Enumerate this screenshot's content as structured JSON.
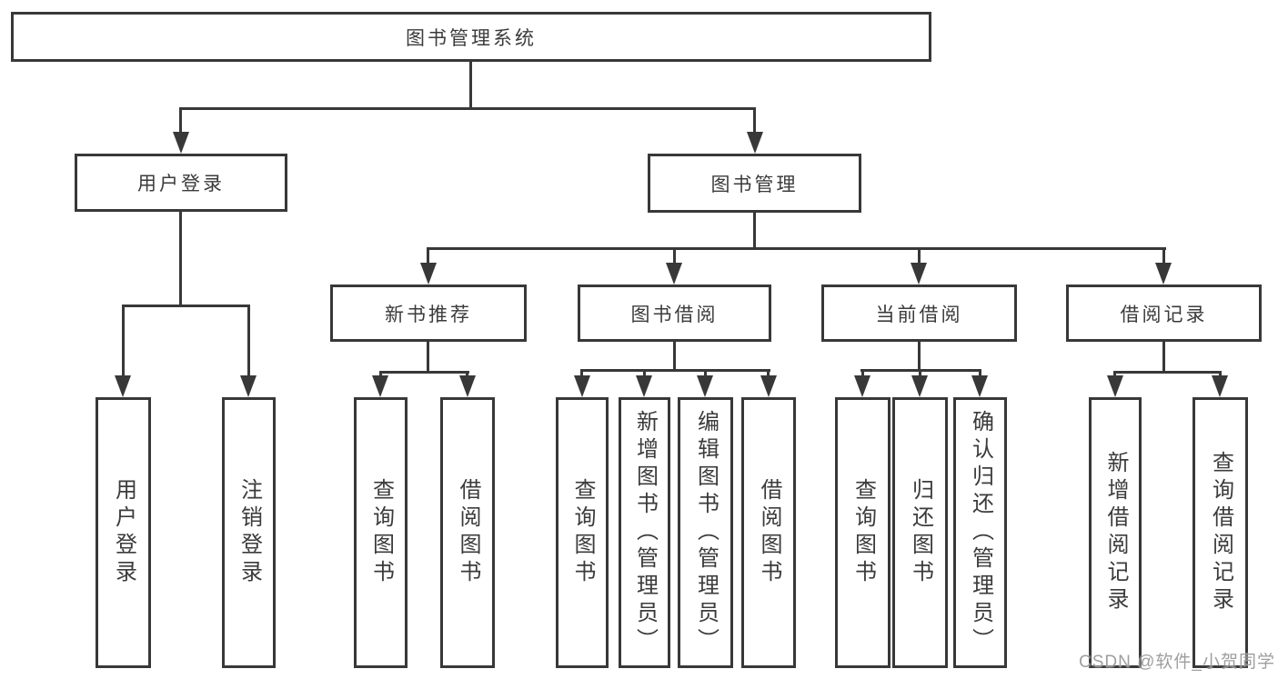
{
  "diagram_type": "hierarchy-tree",
  "colors": {
    "line": "#383838",
    "text": "#3b3b3b",
    "background": "#ffffff",
    "watermark": "#949494"
  },
  "tree": {
    "label": "图书管理系统",
    "children": [
      {
        "label": "用户登录",
        "children": [
          {
            "label": "用户登录"
          },
          {
            "label": "注销登录"
          }
        ]
      },
      {
        "label": "图书管理",
        "children": [
          {
            "label": "新书推荐",
            "children": [
              {
                "label": "查询图书"
              },
              {
                "label": "借阅图书"
              }
            ]
          },
          {
            "label": "图书借阅",
            "children": [
              {
                "label": "查询图书"
              },
              {
                "label": "新增图书（管理员）"
              },
              {
                "label": "编辑图书（管理员）"
              },
              {
                "label": "借阅图书"
              }
            ]
          },
          {
            "label": "当前借阅",
            "children": [
              {
                "label": "查询图书"
              },
              {
                "label": "归还图书"
              },
              {
                "label": "确认归还（管理员）"
              }
            ]
          },
          {
            "label": "借阅记录",
            "children": [
              {
                "label": "新增借阅记录"
              },
              {
                "label": "查询借阅记录"
              }
            ]
          }
        ]
      }
    ]
  },
  "watermark": {
    "text": "CSDN @软件_小贺同学"
  }
}
